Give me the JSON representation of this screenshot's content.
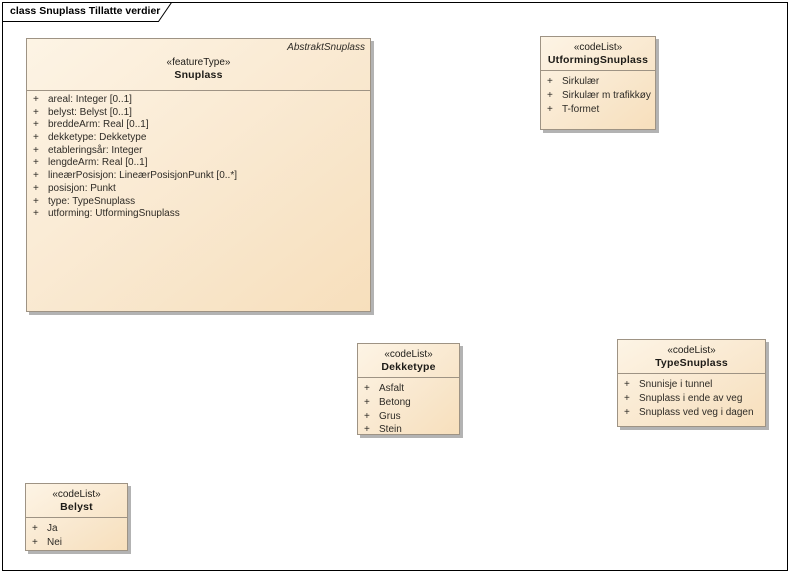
{
  "frame": {
    "title": "class Snuplass Tillatte verdier"
  },
  "colors": {
    "box_fill_light": "#FDF4E5",
    "box_fill_dark": "#F7DFBC",
    "box_border": "#9E9384",
    "box_shadow": "#B3B3B3",
    "frame_border": "#000000",
    "text": "#2E2B26"
  },
  "boxes": [
    {
      "id": "snuplass",
      "tagline": "AbstraktSnuplass",
      "stereotype": "«featureType»",
      "name": "Snuplass",
      "attributes": [
        {
          "vis": "+",
          "text": "areal: Integer [0..1]"
        },
        {
          "vis": "+",
          "text": "belyst: Belyst [0..1]"
        },
        {
          "vis": "+",
          "text": "breddeArm: Real [0..1]"
        },
        {
          "vis": "+",
          "text": "dekketype: Dekketype"
        },
        {
          "vis": "+",
          "text": "etableringsår: Integer"
        },
        {
          "vis": "+",
          "text": "lengdeArm: Real [0..1]"
        },
        {
          "vis": "+",
          "text": "lineærPosisjon: LineærPosisjonPunkt [0..*]"
        },
        {
          "vis": "+",
          "text": "posisjon: Punkt"
        },
        {
          "vis": "+",
          "text": "type: TypeSnuplass"
        },
        {
          "vis": "+",
          "text": "utforming: UtformingSnuplass"
        }
      ]
    },
    {
      "id": "utforming-snuplass",
      "stereotype": "«codeList»",
      "name": "UtformingSnuplass",
      "attributes": [
        {
          "vis": "+",
          "text": "Sirkulær"
        },
        {
          "vis": "+",
          "text": "Sirkulær m trafikkøy"
        },
        {
          "vis": "+",
          "text": "T-formet"
        }
      ]
    },
    {
      "id": "dekketype",
      "stereotype": "«codeList»",
      "name": "Dekketype",
      "attributes": [
        {
          "vis": "+",
          "text": "Asfalt"
        },
        {
          "vis": "+",
          "text": "Betong"
        },
        {
          "vis": "+",
          "text": "Grus"
        },
        {
          "vis": "+",
          "text": "Stein"
        }
      ]
    },
    {
      "id": "type-snuplass",
      "stereotype": "«codeList»",
      "name": "TypeSnuplass",
      "attributes": [
        {
          "vis": "+",
          "text": "Snunisje i tunnel"
        },
        {
          "vis": "+",
          "text": "Snuplass i ende av veg"
        },
        {
          "vis": "+",
          "text": "Snuplass ved veg i dagen"
        }
      ]
    },
    {
      "id": "belyst",
      "stereotype": "«codeList»",
      "name": "Belyst",
      "attributes": [
        {
          "vis": "+",
          "text": "Ja"
        },
        {
          "vis": "+",
          "text": "Nei"
        }
      ]
    }
  ]
}
